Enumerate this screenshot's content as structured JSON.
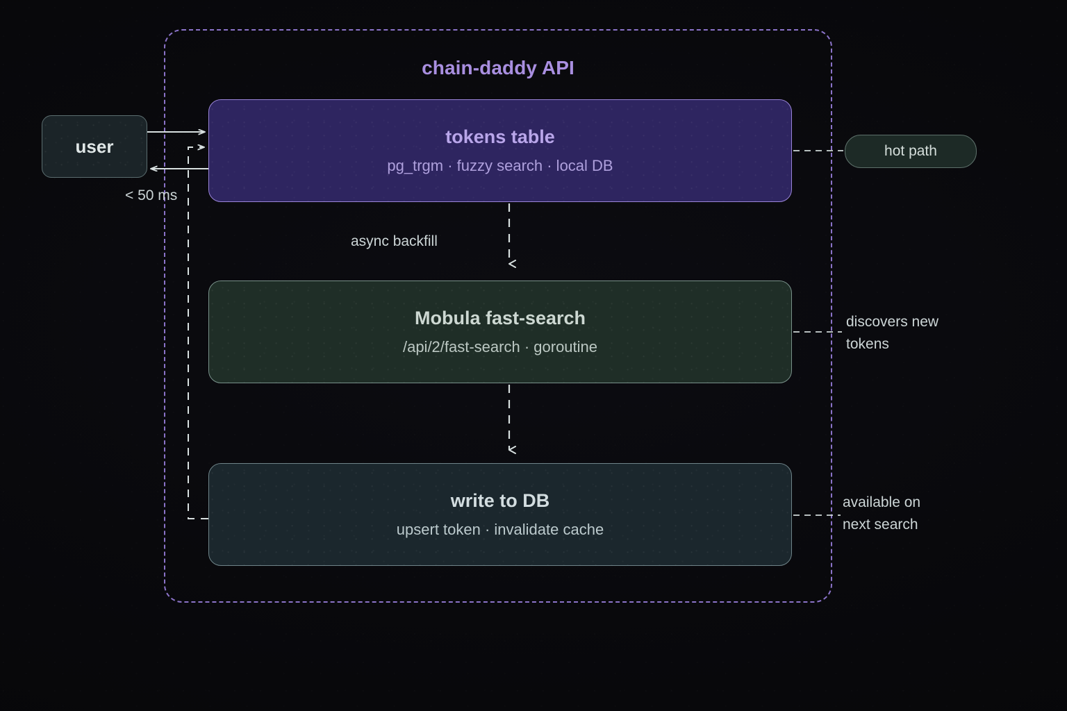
{
  "diagram": {
    "title": "chain-daddy API",
    "accent_purple": "#a98fe0",
    "container_border": "#8b73c9",
    "background": "#09090c",
    "wire_color": "#d8e0e0"
  },
  "nodes": {
    "user": {
      "title": "user"
    },
    "tokens": {
      "title": "tokens table",
      "subtitle": "pg_trgm · fuzzy search · local DB",
      "fill": "#2e2560",
      "border": "#9a84d8"
    },
    "mobula": {
      "title": "Mobula fast-search",
      "subtitle": "/api/2/fast-search · goroutine",
      "fill": "#1f2e27",
      "border": "#79918a"
    },
    "writedb": {
      "title": "write to DB",
      "subtitle": "upsert token · invalidate cache",
      "fill": "#1b272d",
      "border": "#6f8489"
    }
  },
  "badges": {
    "hot_path": "hot path"
  },
  "labels": {
    "latency": "< 50 ms",
    "async_backfill": "async backfill",
    "discovers_new_tokens": "discovers new\ntokens",
    "available_next_search": "available on\nnext search"
  },
  "edges": [
    {
      "name": "user-to-tokens",
      "style": "solid",
      "from": "user",
      "to": "tokens"
    },
    {
      "name": "tokens-to-user",
      "style": "solid",
      "from": "tokens",
      "to": "user",
      "label": "< 50 ms"
    },
    {
      "name": "tokens-to-mobula",
      "style": "dashed",
      "from": "tokens",
      "to": "mobula",
      "label": "async backfill"
    },
    {
      "name": "mobula-to-writedb",
      "style": "dashed",
      "from": "mobula",
      "to": "writedb"
    },
    {
      "name": "writedb-to-tokens",
      "style": "dashed",
      "from": "writedb",
      "to": "tokens"
    },
    {
      "name": "tokens-to-hotpath",
      "style": "dashed",
      "from": "tokens",
      "to": "hot path"
    },
    {
      "name": "mobula-annotation",
      "style": "dashed",
      "from": "mobula",
      "to": "discovers new tokens"
    },
    {
      "name": "writedb-annotation",
      "style": "dashed",
      "from": "writedb",
      "to": "available on next search"
    }
  ]
}
